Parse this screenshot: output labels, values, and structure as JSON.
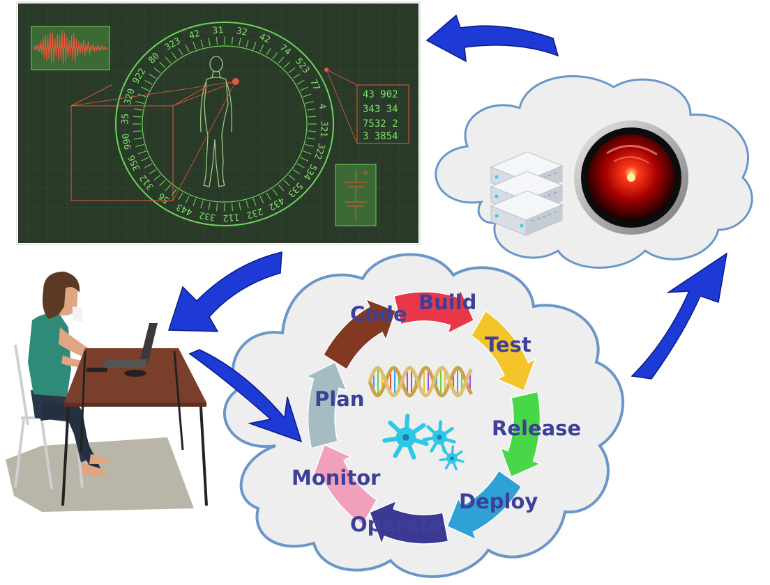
{
  "hud": {
    "dial_numbers": [
      "523",
      "77",
      "4",
      "321",
      "322",
      "534",
      "533",
      "432",
      "232",
      "112",
      "332",
      "443",
      "56",
      "312",
      "356",
      "990",
      "35",
      "320",
      "922",
      "80",
      "323",
      "42",
      "31",
      "32",
      "42",
      "74"
    ],
    "readout_lines": [
      "43 902",
      "343 34",
      "7532 2",
      "3 3854"
    ],
    "colors": {
      "panel": "#2a3a28",
      "glow": "#6cd65a",
      "accent": "#e35a3e"
    }
  },
  "devops_cycle": {
    "stages": [
      {
        "label": "Code",
        "color": "#7a2a10"
      },
      {
        "label": "Build",
        "color": "#e8283a"
      },
      {
        "label": "Test",
        "color": "#f5c21b"
      },
      {
        "label": "Release",
        "color": "#3ad63a"
      },
      {
        "label": "Deploy",
        "color": "#1f9bd6"
      },
      {
        "label": "Operate",
        "color": "#2c2a8a"
      },
      {
        "label": "Monitor",
        "color": "#f29ab8"
      },
      {
        "label": "Plan",
        "color": "#9fb8c0"
      }
    ]
  },
  "icons": {
    "hud": "hud-screen-icon",
    "server": "server-rack-icon",
    "camera": "red-eye-camera-icon",
    "worker": "person-at-laptop-icon",
    "dna": "dna-helix-icon",
    "bugs": "bug-cells-icon"
  },
  "colors": {
    "cloud_fill": "#eeeeee",
    "cloud_stroke": "#6a96c8",
    "arrow": "#1e3ad6",
    "label": "#3d3f99"
  }
}
